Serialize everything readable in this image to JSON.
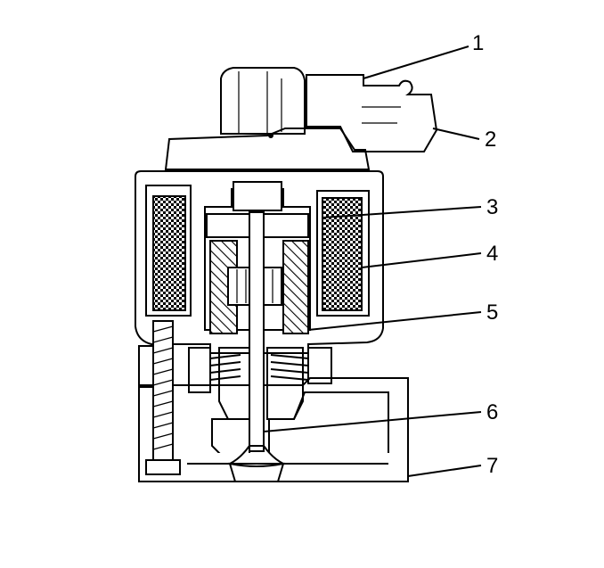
{
  "diagram": {
    "callouts": [
      {
        "id": 1,
        "label": "1"
      },
      {
        "id": 2,
        "label": "2"
      },
      {
        "id": 3,
        "label": "3"
      },
      {
        "id": 4,
        "label": "4"
      },
      {
        "id": 5,
        "label": "5"
      },
      {
        "id": 6,
        "label": "6"
      },
      {
        "id": 7,
        "label": "7"
      }
    ],
    "colors": {
      "ink": "#000000",
      "paper": "#ffffff"
    }
  }
}
